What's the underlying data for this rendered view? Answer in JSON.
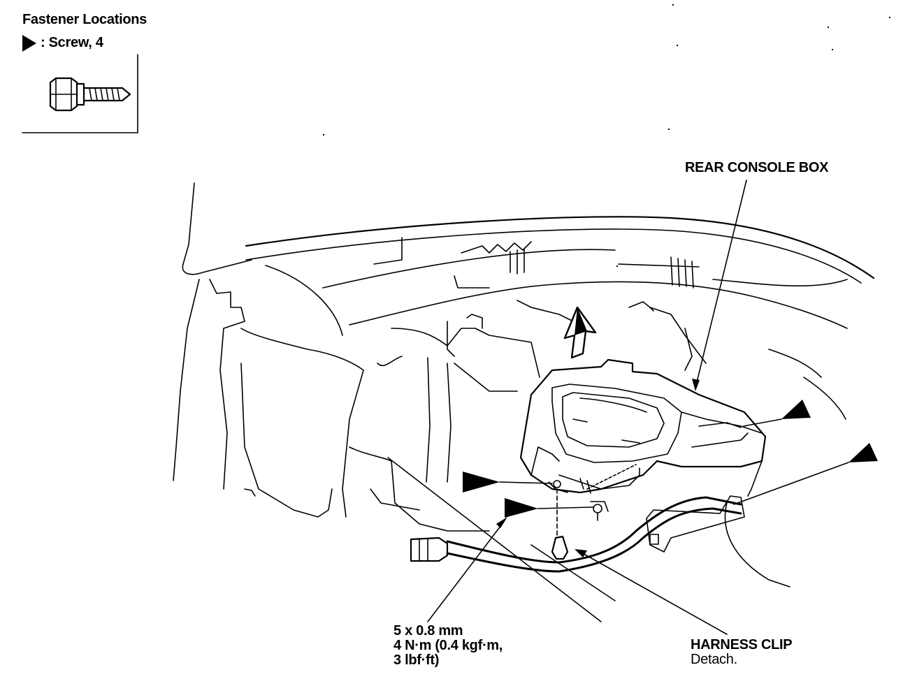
{
  "legend": {
    "title": "Fastener Locations",
    "item": ": Screw, 4"
  },
  "labels": {
    "rear_console_box": "REAR CONSOLE BOX",
    "screw_spec": [
      "5 x 0.8 mm",
      "4 N·m (0.4 kgf·m,",
      "3 lbf·ft)"
    ],
    "harness_clip": "HARNESS CLIP",
    "harness_clip_action": "Detach."
  },
  "icons": [
    "screw-marker-triangle-icon",
    "screw-bolt-icon",
    "removal-arrow-icon"
  ]
}
